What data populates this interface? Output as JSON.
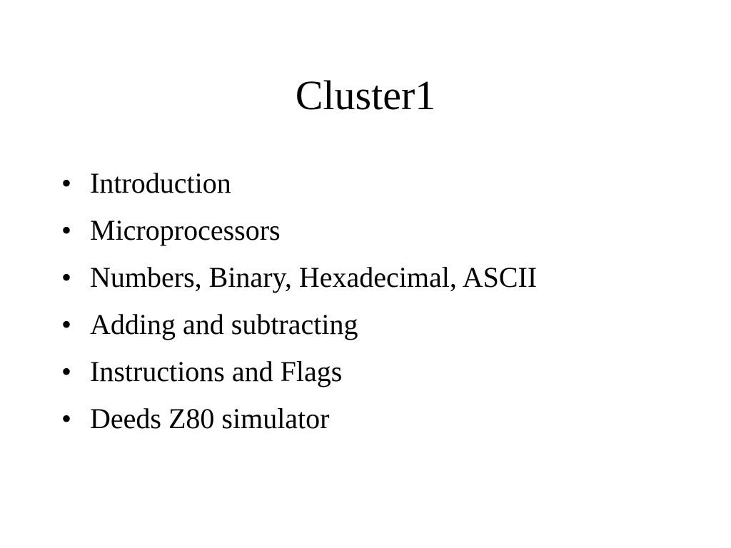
{
  "slide": {
    "title": "Cluster1",
    "bullet_glyph": "•",
    "bullets": [
      {
        "text": "Introduction"
      },
      {
        "text": "Microprocessors"
      },
      {
        "text": "Numbers, Binary, Hexadecimal, ASCII"
      },
      {
        "text": "Adding and subtracting"
      },
      {
        "text": "Instructions and Flags"
      },
      {
        "text": "Deeds Z80 simulator"
      }
    ]
  }
}
